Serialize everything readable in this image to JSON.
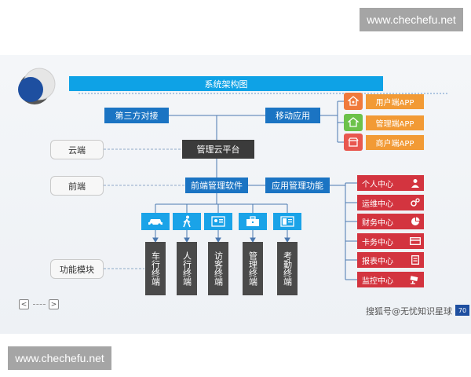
{
  "watermark": {
    "top": "www.chechefu.net",
    "bottom": "www.chechefu.net"
  },
  "diagram": {
    "title": "系统架构图",
    "third_party": "第三方对接",
    "mobile": "移动应用",
    "cloud_platform": "管理云平台",
    "frontend_software": "前端管理软件",
    "app_functions": "应用管理功能",
    "left_labels": [
      "云端",
      "前端",
      "功能模块"
    ],
    "apps": [
      "用户端APP",
      "管理端APP",
      "商户端APP"
    ],
    "app_icon_colors": [
      "#f07a3c",
      "#6cc24a",
      "#e8574f"
    ],
    "terminals": [
      "车行终端",
      "人行终端",
      "访客终端",
      "管理终端",
      "考勤终端"
    ],
    "terminal_icons": [
      "car-icon",
      "pedestrian-icon",
      "id-card-icon",
      "briefcase-icon",
      "attendance-icon"
    ],
    "functions": [
      "个人中心",
      "运维中心",
      "财务中心",
      "卡务中心",
      "报表中心",
      "监控中心"
    ],
    "function_icons": [
      "person-icon",
      "gears-icon",
      "pie-icon",
      "card-icon",
      "report-icon",
      "camera-icon"
    ]
  },
  "footer": {
    "credit": "搜狐号@无忧知识星球",
    "badge": "70"
  },
  "nav": {
    "prev": "<",
    "next": ">"
  }
}
